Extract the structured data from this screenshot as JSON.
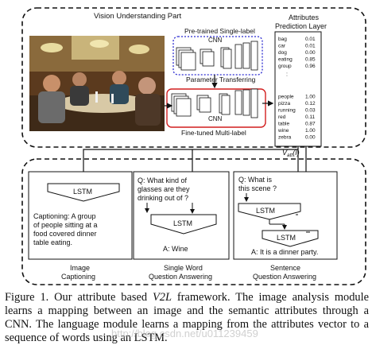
{
  "vision": {
    "title": "Vision Understanding Part",
    "pretrained_label": "Pre-trained Single-label",
    "cnn_label": "CNN",
    "transfer_label": "Parameter Transferring",
    "finetuned_label": "Fine-tuned Multi-label"
  },
  "attributes": {
    "title_line1": "Attributes",
    "title_line2": "Prediction Layer",
    "top": [
      {
        "name": "bag",
        "value": "0.01"
      },
      {
        "name": "car",
        "value": "0.01"
      },
      {
        "name": "dog",
        "value": "0.00"
      },
      {
        "name": "eating",
        "value": "0.85"
      },
      {
        "name": "group",
        "value": "0.96"
      }
    ],
    "ellipsis": ":",
    "bottom": [
      {
        "name": "people",
        "value": "1.00"
      },
      {
        "name": "pizza",
        "value": "0.12"
      },
      {
        "name": "running",
        "value": "0.03"
      },
      {
        "name": "red",
        "value": "0.11"
      },
      {
        "name": "table",
        "value": "0.87"
      },
      {
        "name": "wine",
        "value": "1.00"
      },
      {
        "name": "zebra",
        "value": "0.00"
      }
    ]
  },
  "vatt_label": "V_att(I)",
  "captioning": {
    "lstm": "LSTM",
    "text": [
      "Captioning:  A  group",
      "of  people  sitting at a",
      "food covered dinner",
      "table eating."
    ],
    "label": [
      "Image",
      "Captioning"
    ]
  },
  "single_qa": {
    "question": [
      "Q: What kind of",
      "glasses are they",
      "drinking out of ?"
    ],
    "lstm": "LSTM",
    "answer": "A: Wine",
    "label": [
      "Single Word",
      "Question Answering"
    ]
  },
  "sentence_qa": {
    "question": [
      "Q:  What  is",
      "this scene ?"
    ],
    "lstm1": "LSTM",
    "lstm2": "LSTM",
    "answer": "A: It is a dinner party.",
    "label": [
      "Sentence",
      "Question Answering"
    ]
  },
  "caption": {
    "prefix": "Figure 1. Our attribute based ",
    "italic": "V2L",
    "suffix": " framework. The image analysis module learns a mapping between an image and the semantic attributes through a CNN. The language module learns a mapping from the attributes vector to a sequence of words using an LSTM."
  },
  "watermark": "http://blog.csdn.net/u011239459"
}
